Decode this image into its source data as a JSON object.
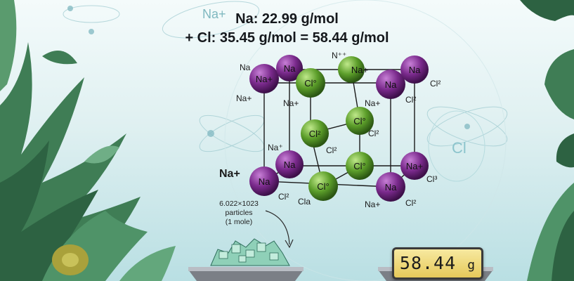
{
  "title_line1": "Na: 22.99 g/mol",
  "title_line2": "+ Cl: 35.45 g/mol = 58.44 g/mol",
  "sodium_symbol": "Na",
  "chlorine_symbol": "Cl",
  "lattice_labels": {
    "na_top_left": "Na",
    "na_plus_top_left": "Na+",
    "n_plus_top": "N⁺⁺",
    "na_plus_mid": "Na+",
    "na_plus_near": "Na+",
    "na_plus_right": "Na+",
    "cl2_top_right": "Cl²",
    "cl_right": "Cl²",
    "cl_center": "Cl²",
    "cl_center2": "Cl²",
    "na_plus_left_mid": "Na⁺",
    "na_plus_big": "Na+",
    "cl2_bottom": "Cl²",
    "cla_bottom": "Cla",
    "na_plus_bottom": "Na+",
    "cl2_bottom_right": "Cl²",
    "cl3_right": "Cl³"
  },
  "atom_labels": {
    "na": "Na",
    "na_plus": "Na+",
    "cl_deg": "Cl°",
    "cl_sq": "Cl²"
  },
  "ghost_labels": {
    "na_plus": "Na+",
    "cl": "Cl"
  },
  "mole_note": [
    "6.022×1023",
    "particles",
    "(1 mole)"
  ],
  "scale_reading": "58.44",
  "scale_unit": "g",
  "colors": {
    "sodium": "#7a2a8c",
    "chlorine": "#5c9e2a",
    "lattice_lines": "#1a1a1a",
    "scale_display": "#ecd46e"
  }
}
